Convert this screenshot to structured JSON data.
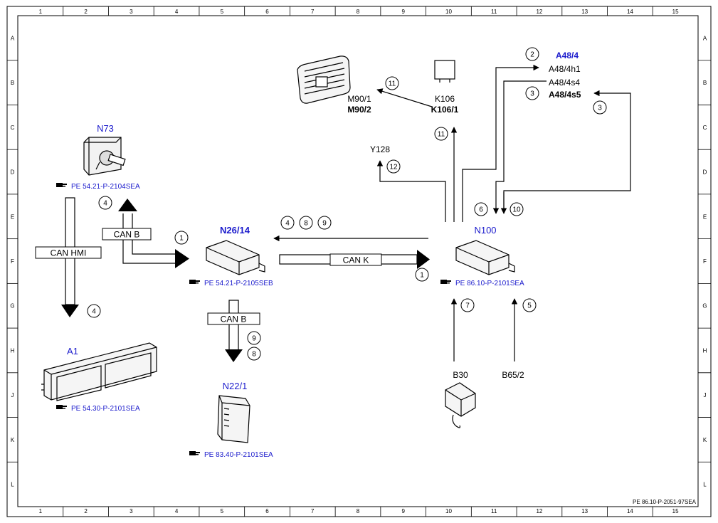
{
  "grid": {
    "columns": [
      "1",
      "2",
      "3",
      "4",
      "5",
      "6",
      "7",
      "8",
      "9",
      "10",
      "11",
      "12",
      "13",
      "14",
      "15"
    ],
    "rows": [
      "A",
      "B",
      "C",
      "D",
      "E",
      "F",
      "G",
      "H",
      "J",
      "K",
      "L"
    ]
  },
  "components": {
    "n73": {
      "code": "N73",
      "ref": "PE 54.21-P-2104SEA"
    },
    "n26": {
      "code": "N26/14",
      "ref": "PE 54.21-P-2105SEB"
    },
    "n100": {
      "code": "N100",
      "ref": "PE 86.10-P-2101SEA"
    },
    "a1": {
      "code": "A1",
      "ref": "PE 54.30-P-2101SEA"
    },
    "n22": {
      "code": "N22/1",
      "ref": "PE 83.40-P-2101SEA"
    },
    "a48": {
      "code": "A48/4",
      "sub1": "A48/4h1",
      "sub2": "A48/4s4",
      "sub3": "A48/4s5"
    },
    "m90": {
      "line1": "M90/1",
      "line2": "M90/2"
    },
    "k106": {
      "line1": "K106",
      "line2": "K106/1"
    },
    "y128": {
      "code": "Y128"
    },
    "b30": {
      "code": "B30"
    },
    "b65": {
      "code": "B65/2"
    }
  },
  "bus_labels": {
    "can_hmi": "CAN HMI",
    "can_b": "CAN B",
    "can_k": "CAN K"
  },
  "signals": {
    "s1": "1",
    "s2": "2",
    "s3": "3",
    "s4": "4",
    "s5": "5",
    "s6": "6",
    "s7": "7",
    "s8": "8",
    "s9": "9",
    "s10": "10",
    "s11": "11",
    "s12": "12"
  },
  "footer": {
    "doc_id": "PE 86.10-P-2051-97SEA"
  },
  "colors": {
    "component_label": "#1a1acc",
    "line": "#000000"
  }
}
